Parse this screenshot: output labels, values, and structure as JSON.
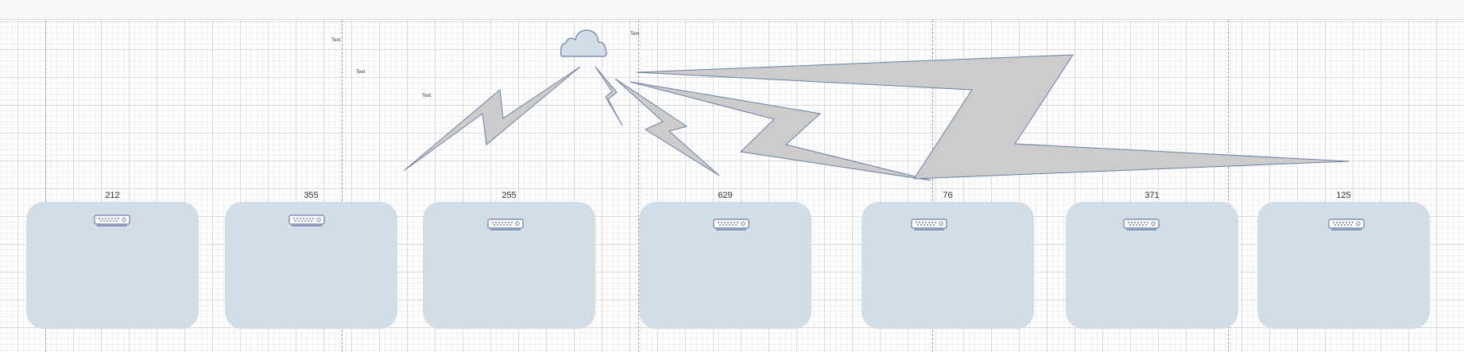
{
  "diagram": {
    "colors": {
      "group_fill": "#d3dde5",
      "bolt_fill": "#cccccc",
      "outline": "#6d7fa3",
      "cloud_fill": "#d3dde5"
    },
    "cloud": {
      "icon": "cloud-icon"
    },
    "text_labels": [
      "Text",
      "Text",
      "Text",
      "Text"
    ],
    "groups": [
      {
        "label": "212",
        "icon": "network-switch-icon"
      },
      {
        "label": "355",
        "icon": "network-switch-icon"
      },
      {
        "label": "255",
        "icon": "network-switch-icon"
      },
      {
        "label": "629",
        "icon": "network-switch-icon"
      },
      {
        "label": "76",
        "icon": "network-switch-icon"
      },
      {
        "label": "371",
        "icon": "network-switch-icon"
      },
      {
        "label": "125",
        "icon": "network-switch-icon"
      }
    ]
  }
}
